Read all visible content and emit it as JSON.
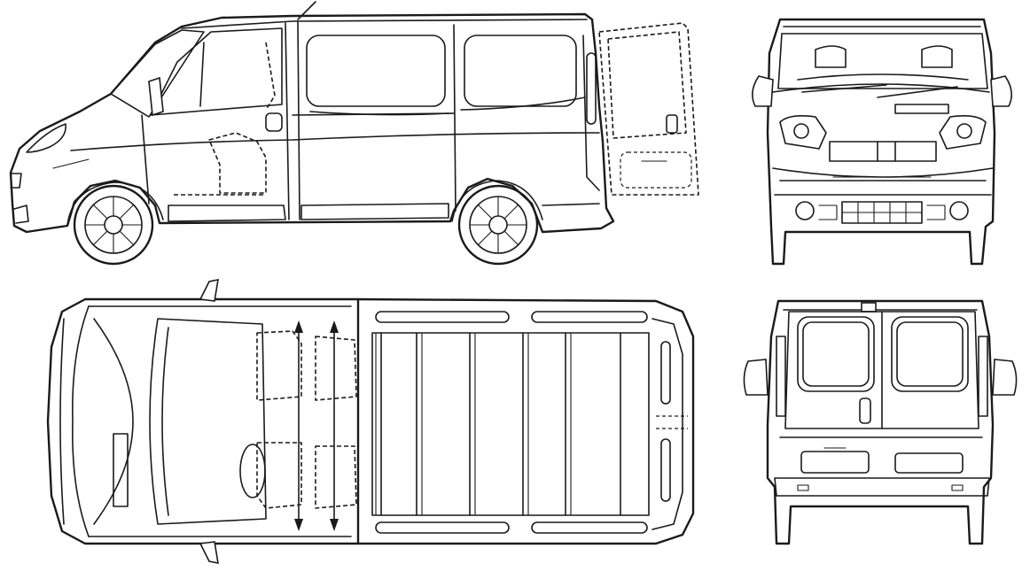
{
  "drawing": {
    "views": [
      {
        "name": "side-view"
      },
      {
        "name": "front-view"
      },
      {
        "name": "top-view"
      },
      {
        "name": "rear-view"
      }
    ]
  },
  "colors": {
    "line": "#1a1a1a",
    "background": "#ffffff"
  }
}
